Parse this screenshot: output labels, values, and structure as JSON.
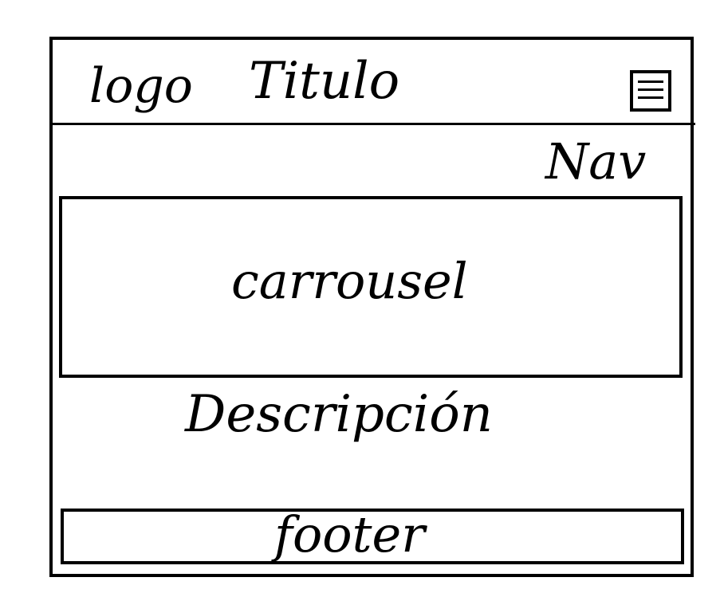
{
  "header": {
    "logo": "logo",
    "title": "Titulo",
    "menu_icon": "hamburger-menu-icon"
  },
  "nav": {
    "label": "Nav"
  },
  "carousel": {
    "label": "carrousel"
  },
  "description": {
    "label": "Descripción"
  },
  "footer": {
    "label": "footer"
  },
  "colors": {
    "ink": "#000000",
    "background": "#ffffff"
  }
}
